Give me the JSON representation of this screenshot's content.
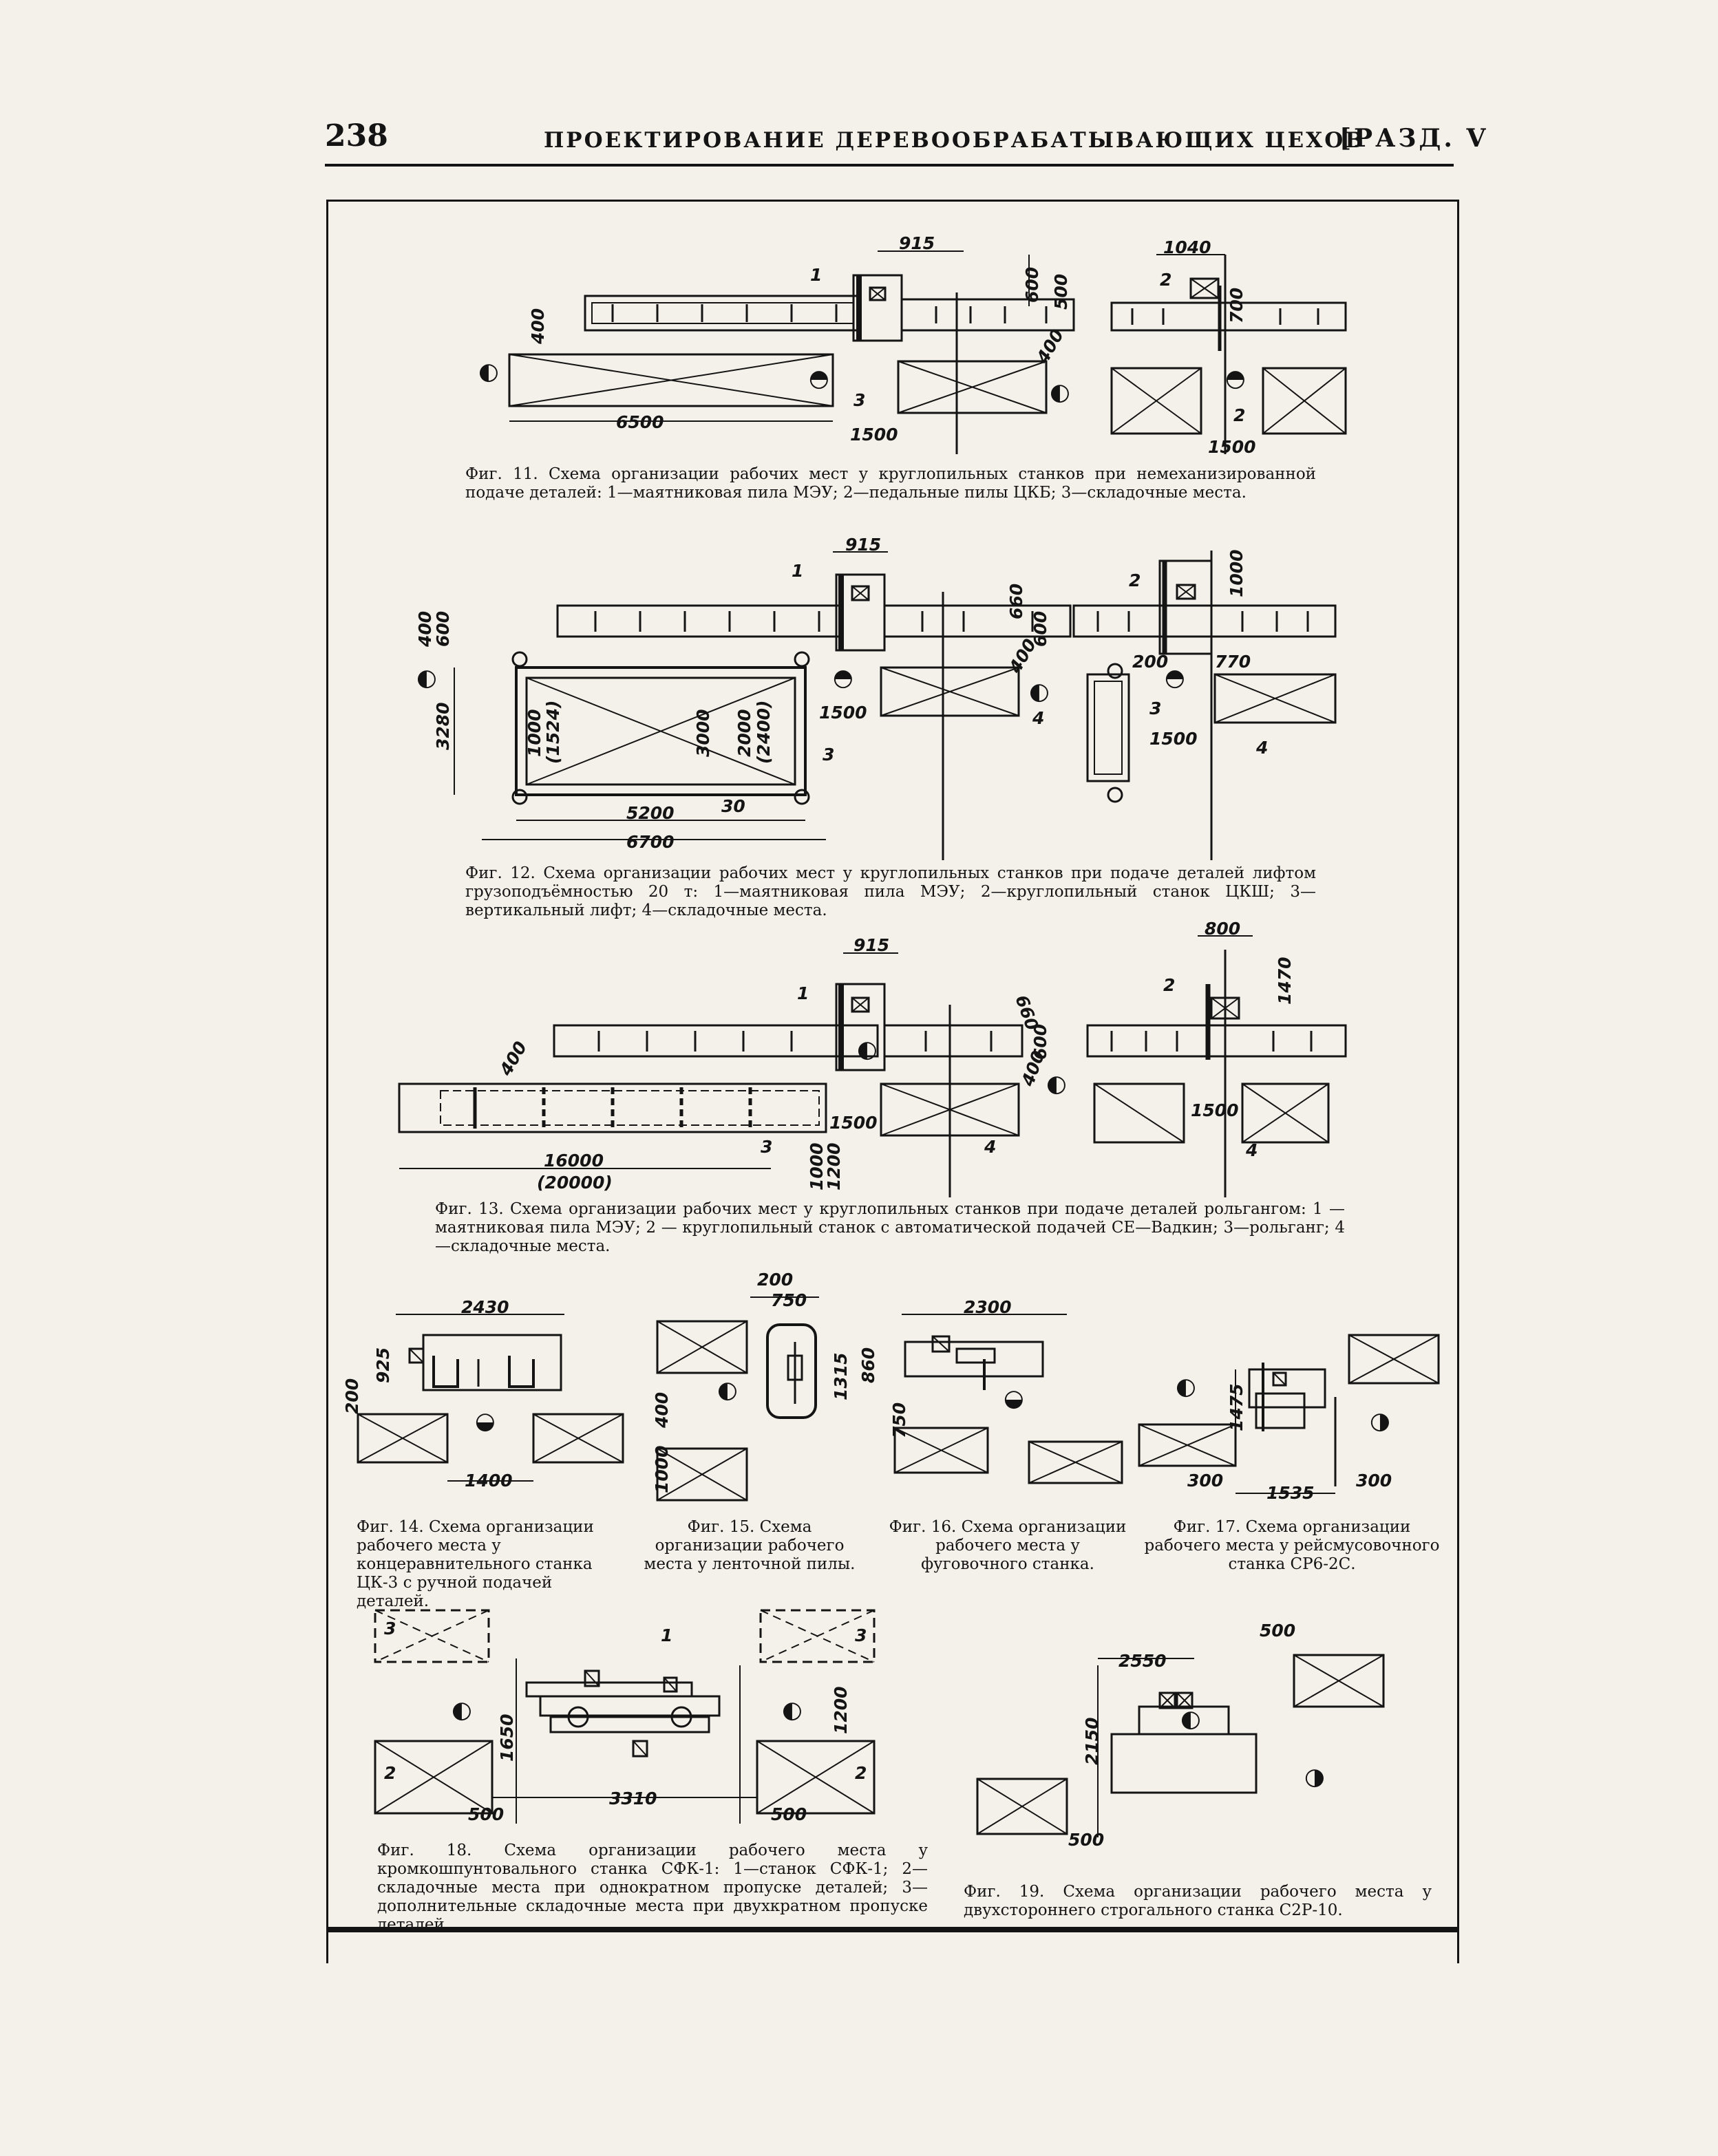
{
  "header": {
    "page_number": "238",
    "title": "ПРОЕКТИРОВАНИЕ ДЕРЕВООБРАБАТЫВАЮЩИХ ЦЕХОВ",
    "section": "[РАЗД. V"
  },
  "fig11": {
    "dims": {
      "d915": "915",
      "d600": "600",
      "d500": "500",
      "d400a": "400",
      "d400b": "400",
      "d6500": "6500",
      "d1500a": "1500",
      "d1040": "1040",
      "d700": "700",
      "d1500b": "1500"
    },
    "labels": {
      "n1": "1",
      "n2": "2",
      "n3": "3",
      "n2b": "2"
    },
    "caption": "Фиг. 11. Схема организации рабочих мест у круглопильных станков при немеханизированной подаче деталей: 1—маятниковая пила МЭУ; 2—педальные пилы ЦКБ; 3—складочные места."
  },
  "fig12": {
    "dims": {
      "d915": "915",
      "d400": "400",
      "d600": "600",
      "d660": "660",
      "d600b": "600",
      "d400b": "400",
      "d3280": "3280",
      "d1000": "1000",
      "d1524": "(1524)",
      "d3000": "3000",
      "d2000": "2000",
      "d2400": "(2400)",
      "d1500": "1500",
      "d30": "30",
      "d5200": "5200",
      "d6700": "6700",
      "d1000b": "1000",
      "d200": "200",
      "d770": "770",
      "d1500b": "1500"
    },
    "labels": {
      "n1": "1",
      "n3": "3",
      "n4": "4",
      "n2": "2",
      "n3b": "3",
      "n4b": "4"
    },
    "caption": "Фиг. 12. Схема организации рабочих мест у круглопильных станков при подаче деталей лифтом грузоподъёмностью 20 т: 1—маятниковая пила МЭУ; 2—круглопильный станок ЦКШ; 3—вертикальный лифт; 4—складочные места."
  },
  "fig13": {
    "dims": {
      "d915": "915",
      "d660": "660",
      "d600": "600",
      "d400": "400",
      "d400b": "400",
      "d1500": "1500",
      "d16000": "16000",
      "d20000": "(20000)",
      "d1000": "1000",
      "d1200": "1200",
      "d800": "800",
      "d1470": "1470",
      "d1500b": "1500"
    },
    "labels": {
      "n1": "1",
      "n3": "3",
      "n4": "4",
      "n2": "2",
      "n4b": "4"
    },
    "caption": "Фиг. 13. Схема организации рабочих мест у круглопильных станков при подаче деталей рольгангом: 1 — маятниковая пила МЭУ; 2 — круглопильный станок с автоматической подачей СЕ—Вадкин; 3—рольганг; 4—складочные места."
  },
  "fig14": {
    "dims": {
      "d2430": "2430",
      "d925": "925",
      "d200": "200",
      "d1400": "1400"
    },
    "caption": "Фиг. 14. Схема организации рабочего места у концеравнительного станка ЦК-3 с ручной подачей деталей."
  },
  "fig15": {
    "dims": {
      "d200": "200",
      "d750": "750",
      "d1315": "1315",
      "d400": "400",
      "d1000": "1000"
    },
    "caption": "Фиг. 15. Схема организации рабочего места у ленточной пилы."
  },
  "fig16": {
    "dims": {
      "d2300": "2300",
      "d860": "860",
      "d750": "750"
    },
    "caption": "Фиг. 16. Схема организации рабочего места у фуговочного станка."
  },
  "fig17": {
    "dims": {
      "d1475": "1475",
      "d300a": "300",
      "d1535": "1535",
      "d300b": "300"
    },
    "caption": "Фиг. 17. Схема организации рабочего места у рейсмусовочного станка СР6-2С."
  },
  "fig18": {
    "dims": {
      "d1650": "1650",
      "d1200": "1200",
      "d3310": "3310",
      "d500a": "500",
      "d500b": "500"
    },
    "labels": {
      "n3a": "3",
      "n3b": "3",
      "n1": "1",
      "n2a": "2",
      "n2b": "2"
    },
    "caption": "Фиг. 18. Схема организации рабочего места у кромкошпунтовального станка СФК-1: 1—станок СФК-1; 2—складочные места при однократном пропуске деталей; 3—дополнительные складочные места при двухкратном пропуске деталей."
  },
  "fig19": {
    "dims": {
      "d500a": "500",
      "d2550": "2550",
      "d2150": "2150",
      "d500b": "500"
    },
    "caption": "Фиг. 19. Схема организации рабочего места у двухстороннего строгального станка С2Р-10."
  },
  "icons": {
    "operator": "operator-position-icon",
    "crossed_box": "storage-place-icon"
  }
}
